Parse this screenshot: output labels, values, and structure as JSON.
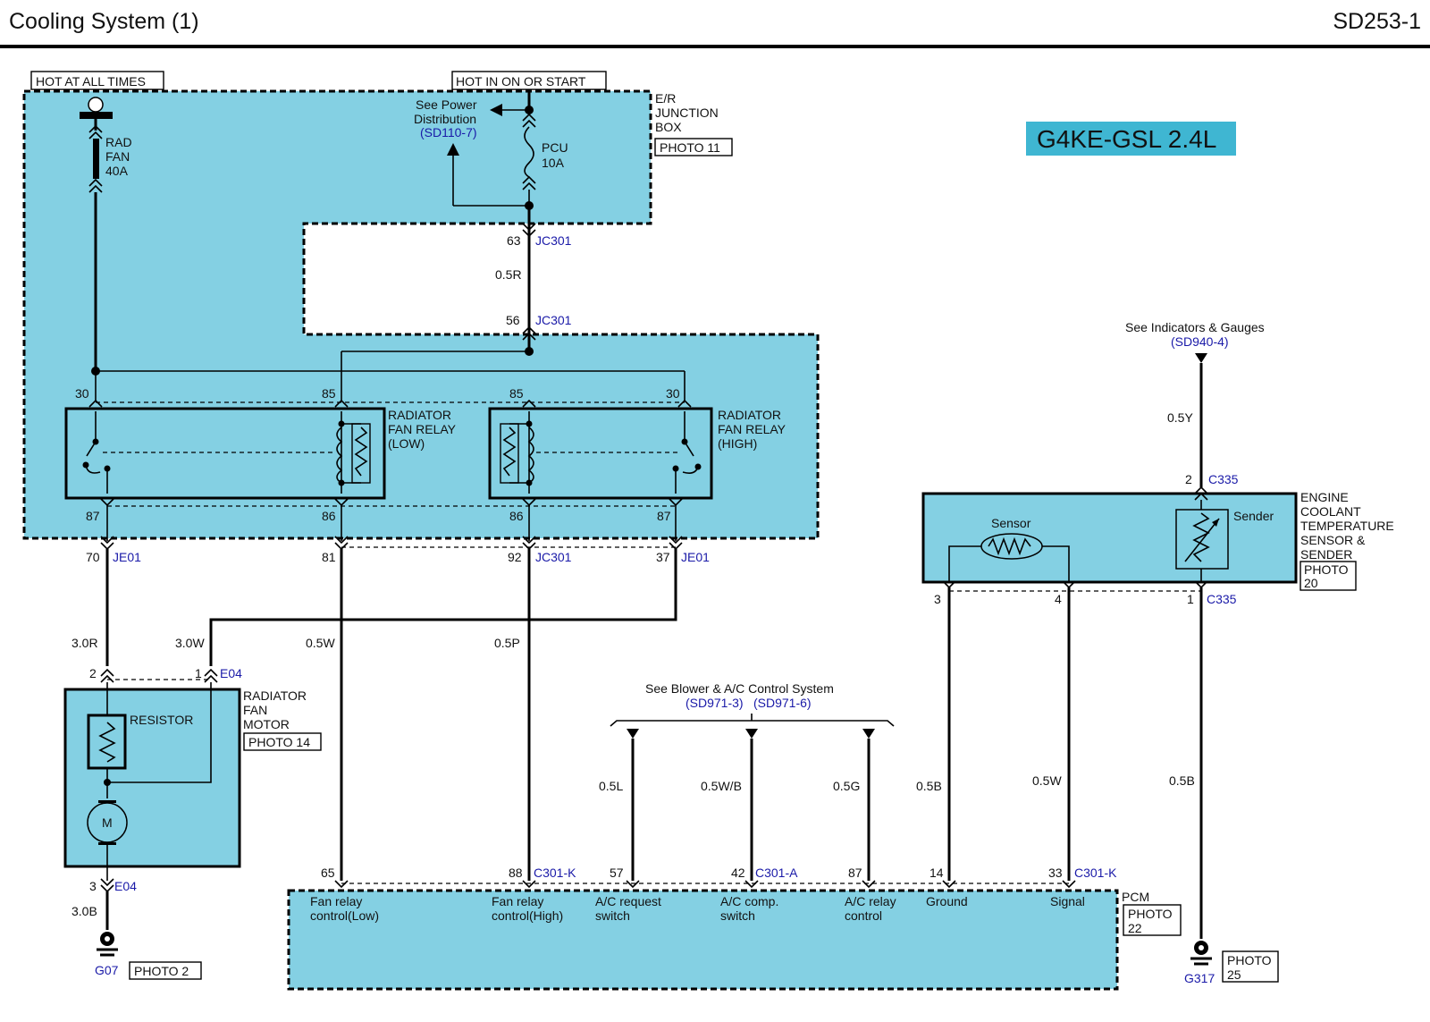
{
  "header": {
    "title": "Cooling System (1)",
    "code": "SD253-1"
  },
  "engine_badge": "G4KE-GSL 2.4L",
  "power": {
    "hot_always": "HOT AT ALL TIMES",
    "hot_on_start": "HOT IN ON OR START",
    "fuse_rad": [
      "RAD",
      "FAN",
      "40A"
    ],
    "fuse_pcu": [
      "PCU",
      "10A"
    ],
    "see_power": [
      "See Power",
      "Distribution"
    ],
    "see_power_ref": "(SD110-7)",
    "junction_box": [
      "E/R",
      "JUNCTION",
      "BOX"
    ],
    "junction_photo": "PHOTO 11"
  },
  "connectors": {
    "jc301": "JC301",
    "je01": "JE01",
    "e04": "E04",
    "c335": "C335",
    "c301k": "C301-K",
    "c301a": "C301-A"
  },
  "pins": {
    "p63": "63",
    "p56": "56",
    "p30": "30",
    "p85": "85",
    "p87": "87",
    "p86": "86",
    "p70": "70",
    "p81": "81",
    "p92": "92",
    "p37": "37",
    "p2": "2",
    "p1": "1",
    "p3": "3",
    "p4": "4",
    "p65": "65",
    "p88": "88",
    "p57": "57",
    "p42": "42",
    "p14": "14",
    "p33": "33"
  },
  "wires": {
    "r05": "0.5R",
    "r30": "3.0R",
    "w30": "3.0W",
    "w05": "0.5W",
    "p05": "0.5P",
    "b30": "3.0B",
    "l05": "0.5L",
    "wb05": "0.5W/B",
    "g05": "0.5G",
    "b05": "0.5B",
    "y05": "0.5Y"
  },
  "relay_low": [
    "RADIATOR",
    "FAN RELAY",
    "(LOW)"
  ],
  "relay_high": [
    "RADIATOR",
    "FAN RELAY",
    "(HIGH)"
  ],
  "motor": {
    "label": [
      "RADIATOR",
      "FAN",
      "MOTOR"
    ],
    "photo": "PHOTO 14",
    "resistor": "RESISTOR",
    "m": "M"
  },
  "ground_g07": {
    "name": "G07",
    "photo": "PHOTO 2"
  },
  "ground_g317": {
    "name": "G317",
    "photo": [
      "PHOTO",
      "25"
    ]
  },
  "sensor": {
    "label": [
      "ENGINE",
      "COOLANT",
      "TEMPERATURE",
      "SENSOR &",
      "SENDER"
    ],
    "photo": [
      "PHOTO",
      "20"
    ],
    "sensor_text": "Sensor",
    "sender_text": "Sender"
  },
  "indicators": {
    "text": "See Indicators & Gauges",
    "ref": "(SD940-4)"
  },
  "blower": {
    "text": "See Blower & A/C Control System",
    "ref1": "(SD971-3)",
    "ref2": "(SD971-6)"
  },
  "pcm": {
    "label": "PCM",
    "photo": [
      "PHOTO",
      "22"
    ],
    "pins": [
      [
        "Fan relay",
        "control(Low)"
      ],
      [
        "Fan relay",
        "control(High)"
      ],
      [
        "A/C request",
        "switch"
      ],
      [
        "A/C comp.",
        "switch"
      ],
      [
        "A/C relay",
        "control"
      ],
      [
        "Ground"
      ],
      [
        "Signal"
      ]
    ]
  }
}
